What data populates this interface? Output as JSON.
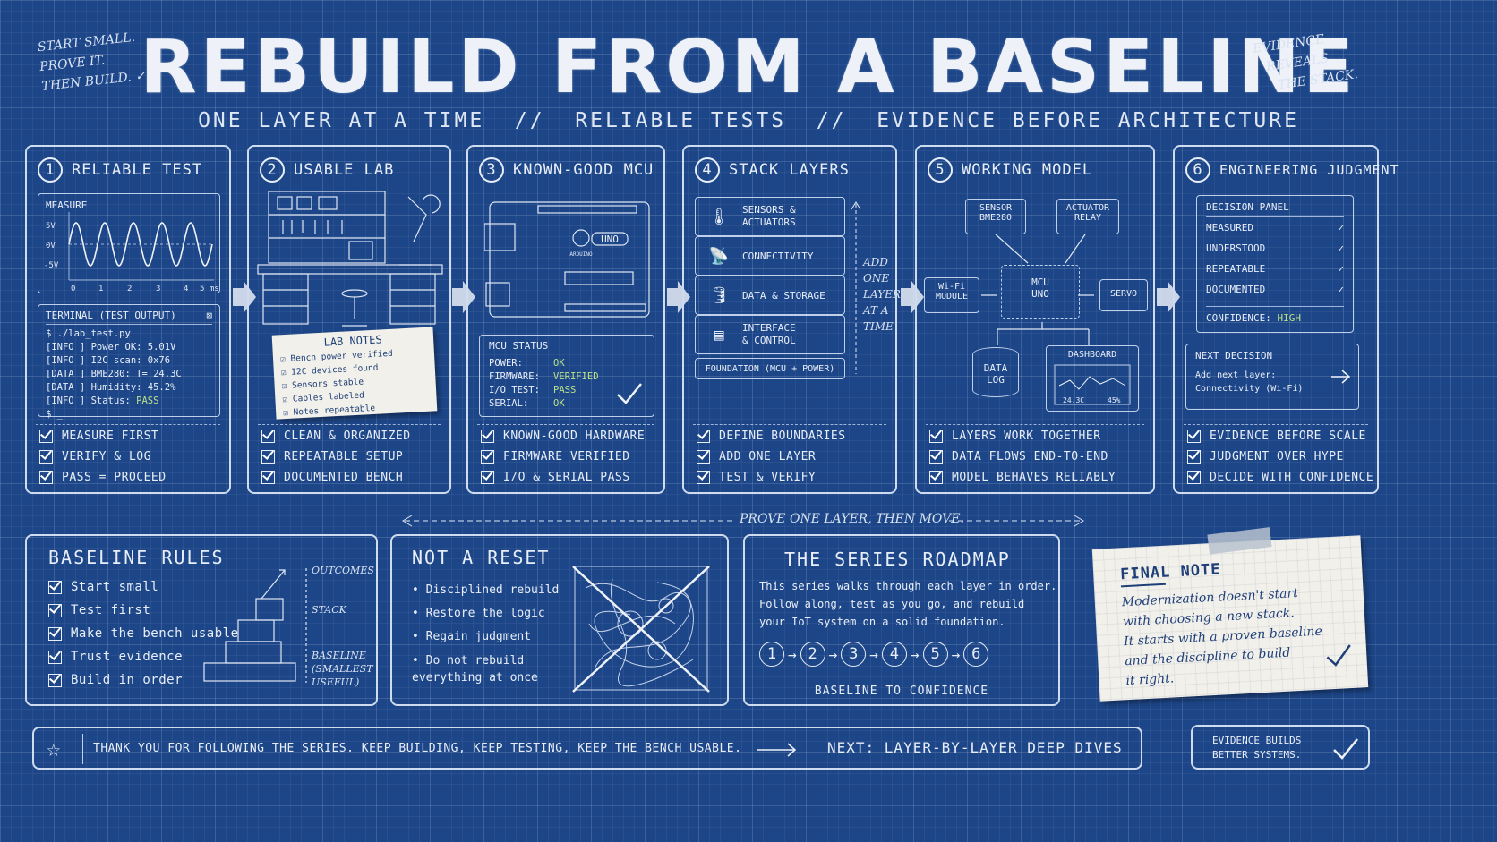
{
  "header": {
    "title": "REBUILD FROM A BASELINE",
    "subtitle": "ONE LAYER AT A TIME  //  RELIABLE TESTS  //  EVIDENCE BEFORE ARCHITECTURE",
    "note_left": [
      "START SMALL.",
      "PROVE IT.",
      "THEN BUILD. ✓"
    ],
    "note_right": [
      "EVIDENCE",
      "REVEALS",
      "THE STACK."
    ]
  },
  "steps": [
    {
      "num": "1",
      "title": "RELIABLE TEST",
      "checks": [
        "MEASURE FIRST",
        "VERIFY & LOG",
        "PASS = PROCEED"
      ]
    },
    {
      "num": "2",
      "title": "USABLE LAB",
      "checks": [
        "CLEAN & ORGANIZED",
        "REPEATABLE SETUP",
        "DOCUMENTED BENCH"
      ]
    },
    {
      "num": "3",
      "title": "KNOWN-GOOD MCU",
      "checks": [
        "KNOWN-GOOD HARDWARE",
        "FIRMWARE VERIFIED",
        "I/O & SERIAL PASS"
      ]
    },
    {
      "num": "4",
      "title": "STACK LAYERS",
      "checks": [
        "DEFINE BOUNDARIES",
        "ADD ONE LAYER",
        "TEST & VERIFY"
      ]
    },
    {
      "num": "5",
      "title": "WORKING MODEL",
      "checks": [
        "LAYERS WORK TOGETHER",
        "DATA FLOWS END-TO-END",
        "MODEL BEHAVES RELIABLY"
      ]
    },
    {
      "num": "6",
      "title": "ENGINEERING JUDGMENT",
      "checks": [
        "EVIDENCE BEFORE SCALE",
        "JUDGMENT OVER HYPE",
        "DECIDE WITH CONFIDENCE"
      ]
    }
  ],
  "measure": {
    "label": "MEASURE",
    "y_ticks": [
      "5V",
      "0V",
      "-5V"
    ],
    "x_ticks": [
      "0",
      "1",
      "2",
      "3",
      "4",
      "5 ms"
    ]
  },
  "terminal": {
    "title": "TERMINAL (TEST OUTPUT)",
    "close": "⊠",
    "lines": [
      "$ ./lab_test.py",
      "[INFO ] Power OK: 5.01V",
      "[INFO ] I2C scan: 0x76",
      "[DATA ] BME280: T= 24.3C",
      "[DATA ] Humidity: 45.2%"
    ],
    "status_prefix": "[INFO ] Status: ",
    "status_value": "PASS",
    "prompt": "$ _"
  },
  "lab_notes": {
    "title": "LAB NOTES",
    "items": [
      "Bench power verified",
      "I2C devices found",
      "Sensors stable",
      "Cables labeled",
      "Notes repeatable"
    ]
  },
  "mcu": {
    "board_label": "UNO",
    "brand": "ARDUINO",
    "status_title": "MCU STATUS",
    "rows": [
      {
        "k": "POWER:",
        "v": "OK"
      },
      {
        "k": "FIRMWARE:",
        "v": "VERIFIED"
      },
      {
        "k": "I/O TEST:",
        "v": "PASS"
      },
      {
        "k": "SERIAL:",
        "v": "OK"
      }
    ]
  },
  "stack": {
    "layers": [
      {
        "label": "SENSORS &\nACTUATORS",
        "icon": "thermometer-icon"
      },
      {
        "label": "CONNECTIVITY",
        "icon": "antenna-icon"
      },
      {
        "label": "DATA & STORAGE",
        "icon": "database-icon"
      },
      {
        "label": "INTERFACE\n& CONTROL",
        "icon": "dashboard-icon"
      }
    ],
    "foundation": "FOUNDATION (MCU + POWER)",
    "side_note": [
      "ADD",
      "ONE",
      "LAYER",
      "AT A",
      "TIME"
    ]
  },
  "model": {
    "sensor": "SENSOR\nBME280",
    "actuator": "ACTUATOR\nRELAY",
    "wifi": "Wi-Fi\nMODULE",
    "mcu": "MCU\nUNO",
    "servo": "SERVO",
    "datalog": "DATA\nLOG",
    "dashboard": "DASHBOARD",
    "dash_temp": "24.3C",
    "dash_hum": "45%"
  },
  "decision": {
    "title": "DECISION PANEL",
    "items": [
      "MEASURED",
      "UNDERSTOOD",
      "REPEATABLE",
      "DOCUMENTED"
    ],
    "confidence_label": "CONFIDENCE:",
    "confidence_value": "HIGH",
    "next_title": "NEXT DECISION",
    "next_text": "Add next layer:\nConnectivity (Wi-Fi)"
  },
  "prove_note": "PROVE ONE LAYER, THEN MOVE.",
  "rules": {
    "title": "BASELINE RULES",
    "items": [
      "Start small",
      "Test first",
      "Make the bench usable",
      "Trust evidence",
      "Build in order"
    ],
    "labels": {
      "outcomes": "OUTCOMES",
      "stack": "STACK",
      "baseline": "BASELINE\n(SMALLEST\nUSEFUL)"
    }
  },
  "reset": {
    "title": "NOT A RESET",
    "items": [
      "Disciplined rebuild",
      "Restore the logic",
      "Regain judgment",
      "Do not rebuild\neverything at once"
    ]
  },
  "roadmap": {
    "title": "THE SERIES ROADMAP",
    "text": "This series walks through each layer in order.\nFollow along, test as you go, and rebuild\nyour IoT system on a solid foundation.",
    "steps": [
      "1",
      "2",
      "3",
      "4",
      "5",
      "6"
    ],
    "footer": "BASELINE TO CONFIDENCE"
  },
  "final_note": {
    "title": "FINAL NOTE",
    "text": [
      "Modernization doesn't start",
      "with choosing a new stack.",
      "It starts with a proven baseline",
      "and the discipline to build",
      "it right."
    ]
  },
  "footer": {
    "text": "THANK YOU FOR FOLLOWING THE SERIES. KEEP BUILDING, KEEP TESTING, KEEP THE BENCH USABLE.",
    "next": "NEXT: LAYER-BY-LAYER DEEP DIVES",
    "badge": "EVIDENCE BUILDS\nBETTER SYSTEMS."
  },
  "colors": {
    "background": "#1d4688",
    "line": "#cfdcf0",
    "pass": "#b8e08a"
  }
}
